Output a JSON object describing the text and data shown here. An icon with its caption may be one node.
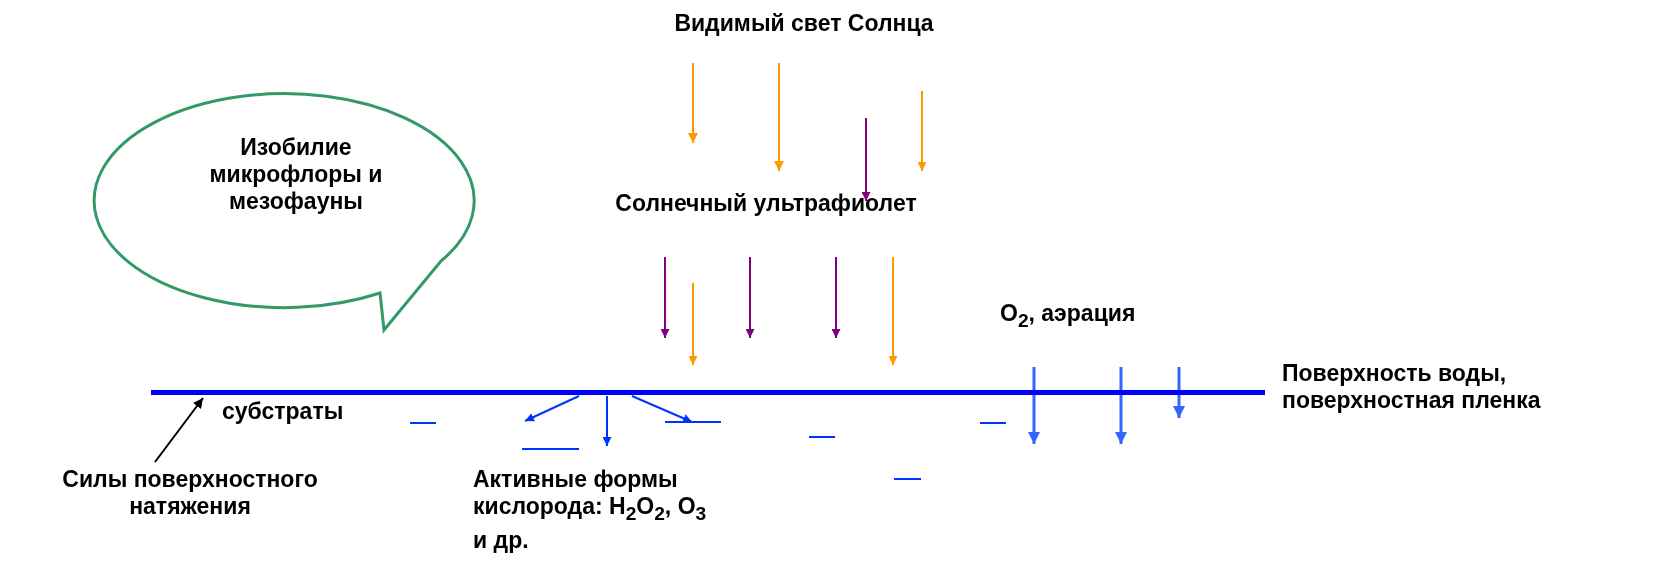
{
  "diagram": {
    "nodes": [
      {
        "text": [
          "Видимый свет Солнца"
        ]
      },
      {
        "text": [
          "Солнечный ультрафиолет"
        ]
      },
      {
        "text": [
          "Изобилие микрофлоры и мезофауны"
        ]
      },
      {
        "text": [
          "O$_{2}$, аэрация"
        ]
      },
      {
        "text": [],
        "shape": "bar",
        "beside": [
          "Поверхность воды, поверхностная пленка"
        ]
      },
      {
        "text": [
          "Силы поверхностного натяжения"
        ]
      }
    ],
    "edges": [
      {
        "from": 5,
        "to": 4,
        "arrow": "to",
        "color": "#000000"
      },
      {
        "from": 0,
        "to": 1,
        "arrow": "to",
        "color": "#ff9900"
      },
      {
        "from": 0,
        "to": 1,
        "arrow": "to",
        "color": "#ff9900"
      }
    ],
    "labels": [
      "субстраты",
      "Активные формы кислорода: H$_{2}$O$_{2}$, O$_{3}$ и др."
    ]
  }
}
